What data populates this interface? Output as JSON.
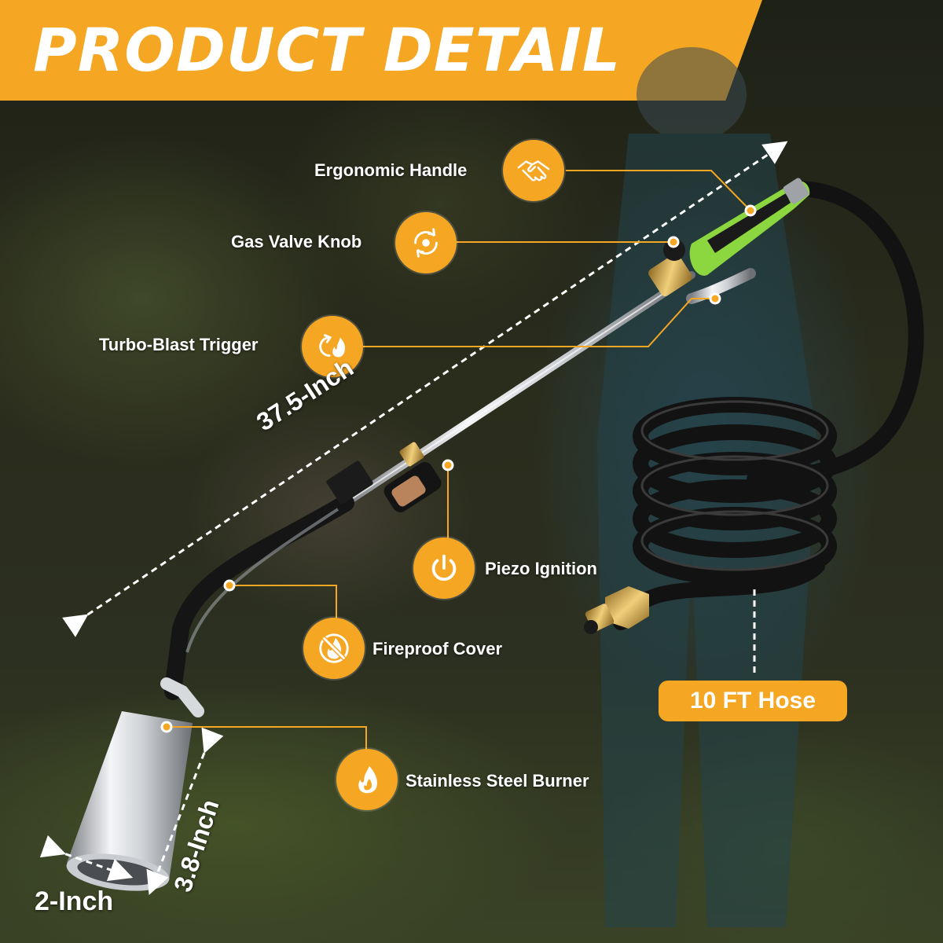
{
  "banner": {
    "title": "PRODUCT DETAIL"
  },
  "features": [
    {
      "label": "Ergonomic Handle",
      "icon": "handshake-icon"
    },
    {
      "label": "Gas Valve Knob",
      "icon": "rotate-arrows-icon"
    },
    {
      "label": "Turbo-Blast Trigger",
      "icon": "turbo-flame-icon"
    },
    {
      "label": "Piezo Ignition",
      "icon": "power-icon"
    },
    {
      "label": "Fireproof Cover",
      "icon": "no-fire-icon"
    },
    {
      "label": "Stainless Steel Burner",
      "icon": "flame-icon"
    }
  ],
  "dimensions": {
    "length": "37.5-Inch",
    "burner_length": "3.8-Inch",
    "burner_diameter": "2-Inch"
  },
  "hose_badge": "10 FT Hose",
  "colors": {
    "accent": "#f5a623",
    "handle_green": "#8cd640",
    "text": "#ffffff"
  }
}
